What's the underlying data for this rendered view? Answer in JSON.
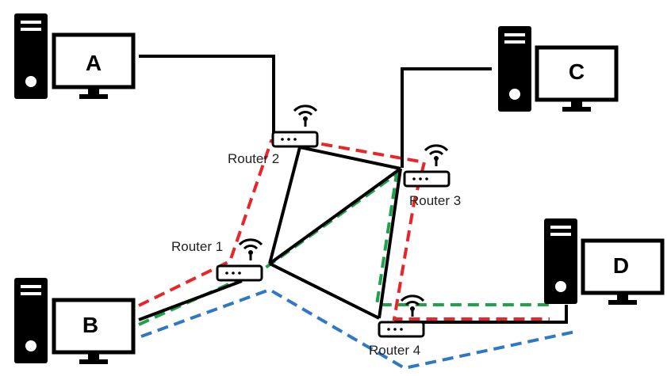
{
  "computers": {
    "a": {
      "label": "A"
    },
    "b": {
      "label": "B"
    },
    "c": {
      "label": "C"
    },
    "d": {
      "label": "D"
    }
  },
  "routers": {
    "r1": {
      "label": "Router 1"
    },
    "r2": {
      "label": "Router 2"
    },
    "r3": {
      "label": "Router 3"
    },
    "r4": {
      "label": "Router 4"
    }
  },
  "colors": {
    "link": "#000000",
    "path_red": "#e8262a",
    "path_green": "#21a24a",
    "path_blue": "#2f78c4"
  }
}
